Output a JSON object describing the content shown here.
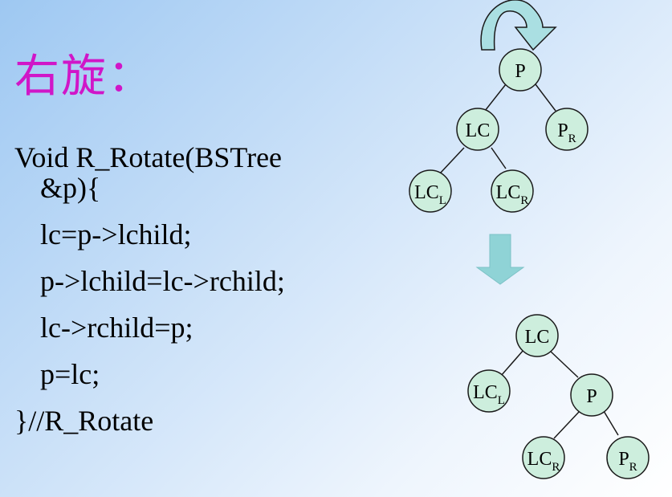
{
  "title": "右旋：",
  "code": {
    "line1": "Void R_Rotate(BSTree",
    "line2": "&p){",
    "line3": "lc=p->lchild;",
    "line4": "p->lchild=lc->rchild;",
    "line5": "lc->rchild=p;",
    "line6": "p=lc;",
    "line7": "}//R_Rotate"
  },
  "colors": {
    "title": "#d016c8",
    "node_fill": "#cdeedd",
    "arrow_fill": "#aadfe2",
    "down_arrow": "#8fd3d6"
  },
  "tree_before": {
    "p": {
      "base": "P",
      "sub": ""
    },
    "lc": {
      "base": "LC",
      "sub": ""
    },
    "pr": {
      "base": "P",
      "sub": "R"
    },
    "lcl": {
      "base": "LC",
      "sub": "L"
    },
    "lcr": {
      "base": "LC",
      "sub": "R"
    }
  },
  "tree_after": {
    "lc": {
      "base": "LC",
      "sub": ""
    },
    "lcl": {
      "base": "LC",
      "sub": "L"
    },
    "p": {
      "base": "P",
      "sub": ""
    },
    "lcr": {
      "base": "LC",
      "sub": "R"
    },
    "pr": {
      "base": "P",
      "sub": "R"
    }
  },
  "icons": {
    "rotate_arrow": "curved-rotate-arrow-icon",
    "down_arrow": "down-arrow-icon"
  }
}
